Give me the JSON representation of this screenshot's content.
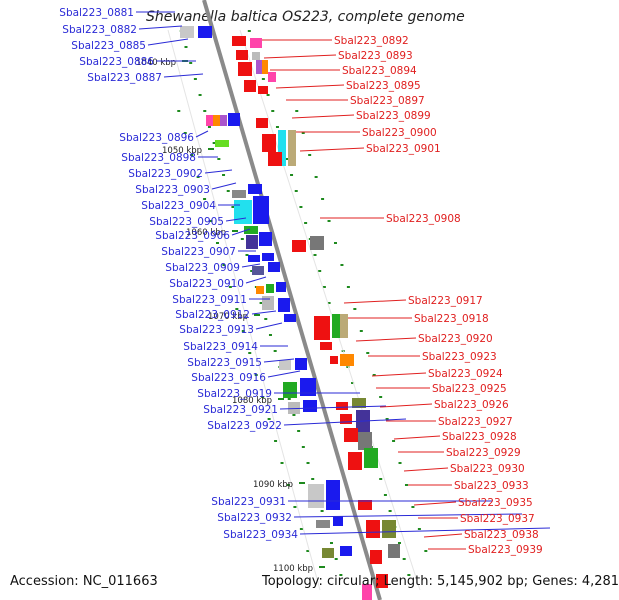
{
  "title": "Shewanella baltica OS223, complete genome",
  "footer": {
    "accession": "Accession: NC_011663",
    "topology": "Topology: circular; Length: 5,145,902 bp; Genes: 4,281"
  },
  "colors": {
    "left_labels": "#2a2ad6",
    "right_labels": "#e02020",
    "backbone": "#8a8a8a",
    "tick_marks": "#1e8a1e"
  },
  "ticks": [
    "1040 kbp",
    "1050 kbp",
    "1060 kbp",
    "1070 kbp",
    "1080 kbp",
    "1090 kbp",
    "1100 kbp"
  ],
  "left_genes": [
    "Sbal223_0881",
    "Sbal223_0882",
    "Sbal223_0885",
    "Sbal223_0886",
    "Sbal223_0887",
    "Sbal223_0896",
    "Sbal223_0898",
    "Sbal223_0902",
    "Sbal223_0903",
    "Sbal223_0904",
    "Sbal223_0905",
    "Sbal223_0906",
    "Sbal223_0907",
    "Sbal223_0909",
    "Sbal223_0910",
    "Sbal223_0911",
    "Sbal223_0912",
    "Sbal223_0913",
    "Sbal223_0914",
    "Sbal223_0915",
    "Sbal223_0916",
    "Sbal223_0919",
    "Sbal223_0921",
    "Sbal223_0922",
    "Sbal223_0931",
    "Sbal223_0932",
    "Sbal223_0934"
  ],
  "right_genes": [
    "Sbal223_0892",
    "Sbal223_0893",
    "Sbal223_0894",
    "Sbal223_0895",
    "Sbal223_0897",
    "Sbal223_0899",
    "Sbal223_0900",
    "Sbal223_0901",
    "Sbal223_0908",
    "Sbal223_0917",
    "Sbal223_0918",
    "Sbal223_0920",
    "Sbal223_0923",
    "Sbal223_0924",
    "Sbal223_0925",
    "Sbal223_0926",
    "Sbal223_0927",
    "Sbal223_0928",
    "Sbal223_0929",
    "Sbal223_0930",
    "Sbal223_0933",
    "Sbal223_0935",
    "Sbal223_0937",
    "Sbal223_0938",
    "Sbal223_0939"
  ]
}
